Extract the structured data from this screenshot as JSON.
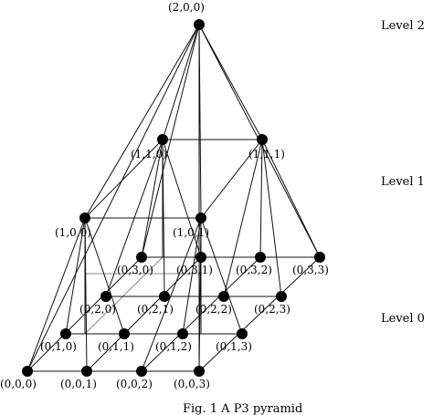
{
  "caption": "Fig. 1 A P3 pyramid",
  "levels": [
    "Level 2",
    "Level 1",
    "Level 0"
  ],
  "nodes": {
    "apex": "(2,0,0)",
    "l1_back_left": "(1,1,0)",
    "l1_back_right": "(1,1,1)",
    "l1_front_left": "(1,0,0)",
    "l1_front_right": "(1,0,1)",
    "n030": "(0,3,0)",
    "n031": "(0,3,1)",
    "n032": "(0,3,2)",
    "n033": "(0,3,3)",
    "n020": "(0,2,0)",
    "n021": "(0,2,1)",
    "n022": "(0,2,2)",
    "n023": "(0,2,3)",
    "n010": "(0,1,0)",
    "n011": "(0,1,1)",
    "n012": "(0,1,2)",
    "n013": "(0,1,3)",
    "n000": "(0,0,0)",
    "n001": "(0,0,1)",
    "n002": "(0,0,2)",
    "n003": "(0,0,3)"
  }
}
